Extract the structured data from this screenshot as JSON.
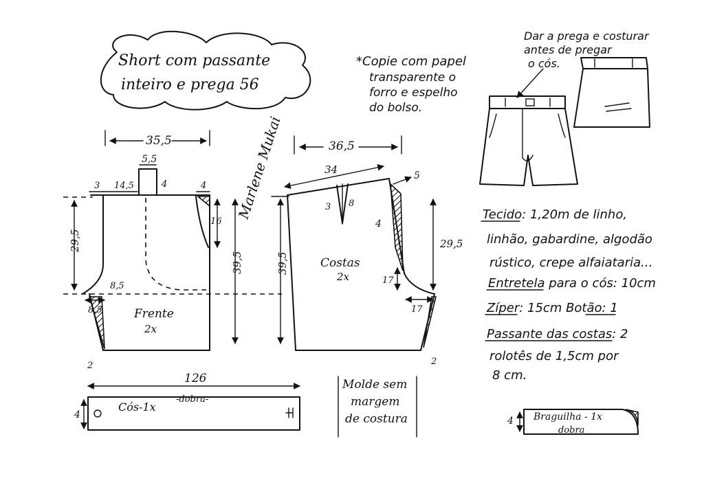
{
  "title": {
    "line1": "Short    com  passante",
    "line2": "inteiro  e  prega  56"
  },
  "signature": "Marlene Mukai",
  "copy_note": [
    "*Copie com papel",
    "transparente o",
    "forro e espelho",
    "do bolso."
  ],
  "illustration_note": [
    "Dar a prega e costurar",
    "antes de pregar",
    "o cós."
  ],
  "front": {
    "label": "Frente",
    "count": "2x",
    "dims": {
      "width": "35,5",
      "pocket_w": "5,5",
      "pocket_h": "4",
      "left_off": "3",
      "mid": "14,5",
      "right_off": "4",
      "rise": "29,5",
      "pocket_depth": "16",
      "side_len": "39,5",
      "curve": "8,5",
      "crotch": "8,5",
      "hem_tip": "2"
    }
  },
  "back": {
    "label": "Costas",
    "count": "2x",
    "dims": {
      "width": "36,5",
      "waist": "34",
      "dart_w": "3",
      "dart_h": "8",
      "raise": "5",
      "slant": "4",
      "side_len": "39,5",
      "rise": "29,5",
      "curve_v": "17",
      "curve_h": "17",
      "hem_tip": "2"
    }
  },
  "waistband": {
    "length": "126",
    "height": "4",
    "label": "Cós-1x",
    "fold": "-dobra-"
  },
  "no_seam_note": [
    "Molde sem",
    "margem",
    "de costura"
  ],
  "fabric": [
    "Tecido: 1,20m de linho,",
    "linhão, gabardine, algodão",
    "rústico, crepe alfaiataria...",
    "Entretela para o cós: 10cm",
    "Zíper: 15cm    Botão: 1",
    "Passante das costas: 2",
    "rolotês de 1,5cm por",
    "8 cm."
  ],
  "fly": {
    "label": "Braguilha - 1x",
    "fold": "dobra",
    "height": "4"
  }
}
